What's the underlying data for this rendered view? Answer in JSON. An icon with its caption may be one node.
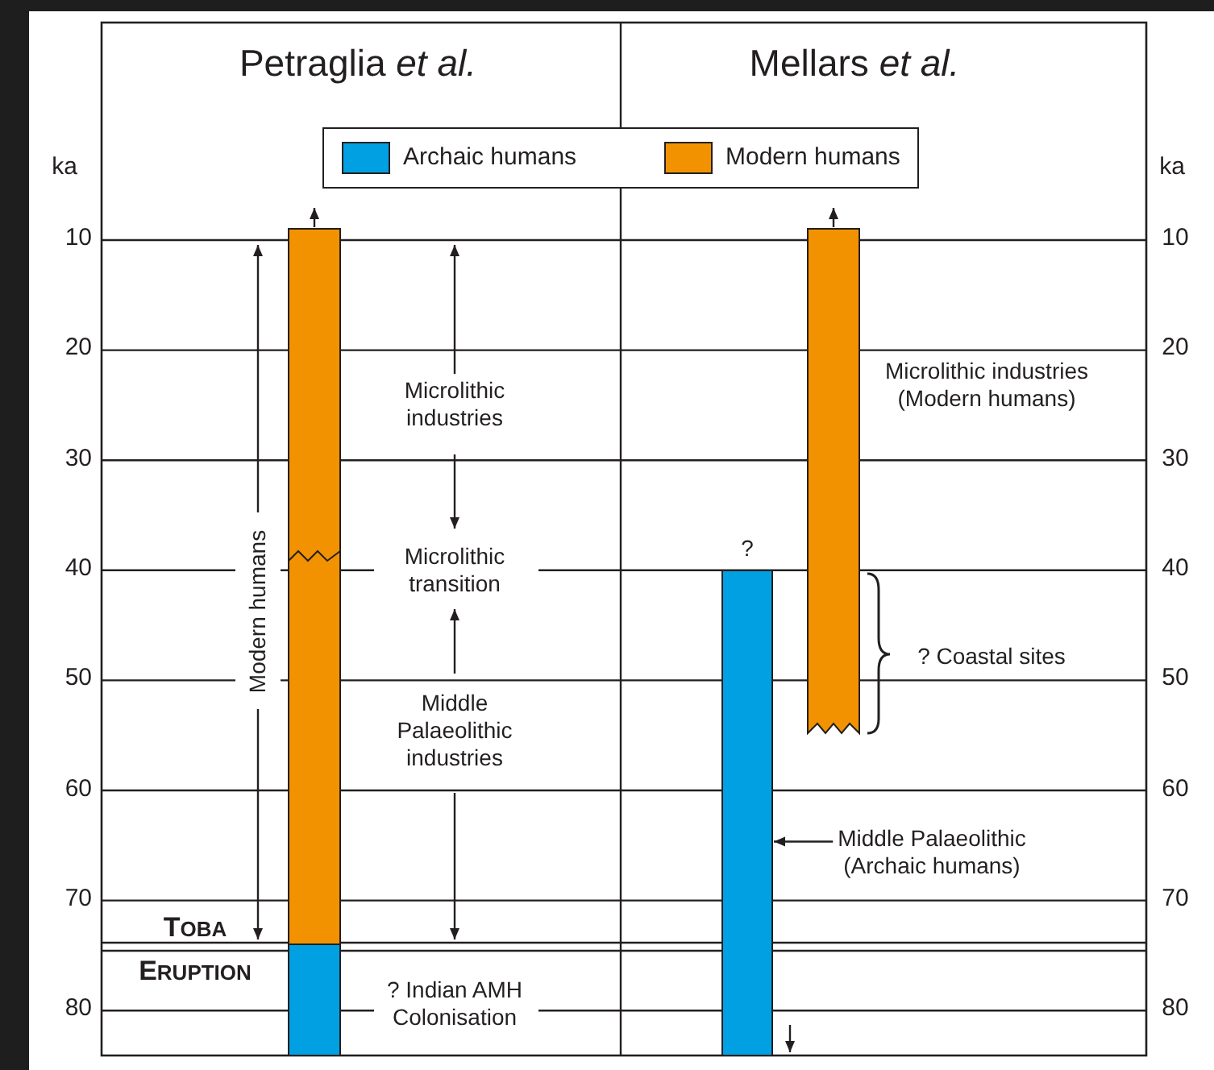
{
  "diagram": {
    "nodes": [
      {
        "text": [],
        "shape": "bar"
      },
      {
        "text": [],
        "shape": "bar"
      },
      {
        "text": [],
        "shape": "bar",
        "beside": [
          "?"
        ]
      },
      {
        "text": [],
        "shape": "bar"
      },
      {
        "text": [
          "Middle Palaeolithic (Archaic humans)"
        ]
      }
    ],
    "edges": [
      {
        "from": 4,
        "to": 2,
        "arrow": "to"
      }
    ],
    "labels": [
      "Petraglia *et al.*",
      "Mellars *et al.*",
      "ka",
      "ka",
      "10",
      "20",
      "30",
      "40",
      "50",
      "60",
      "70",
      "80",
      "10",
      "20",
      "30",
      "40",
      "50",
      "60",
      "70",
      "80",
      "Microlithic industries",
      "Microlithic industries (Modern humans)",
      "Modern humans",
      "Microlithic transition",
      "? Coastal sites",
      "Middle Palaeolithic industries",
      "TOBA",
      "ERUPTION",
      "? Indian AMH Colonisation"
    ],
    "legend": [
      {
        "text": "Archaic humans",
        "color": "#00a0e3"
      },
      {
        "text": "Modern humans",
        "color": "#f39200"
      }
    ]
  }
}
